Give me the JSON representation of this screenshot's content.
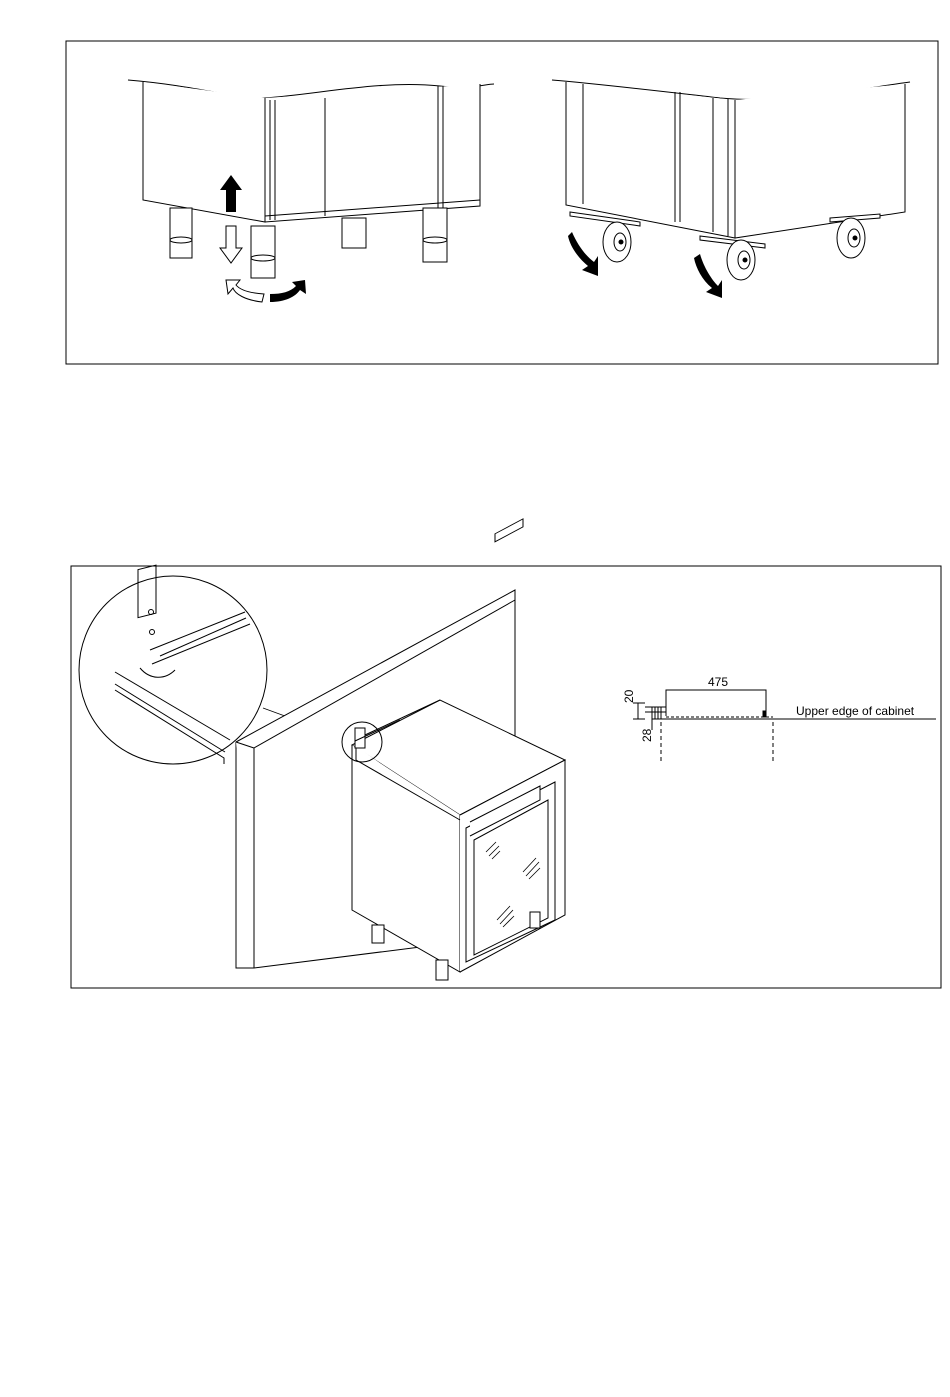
{
  "dimension_label": {
    "width": "475",
    "height_top": "20",
    "height_side": "28",
    "edge_label": "Upper edge of cabinet"
  }
}
